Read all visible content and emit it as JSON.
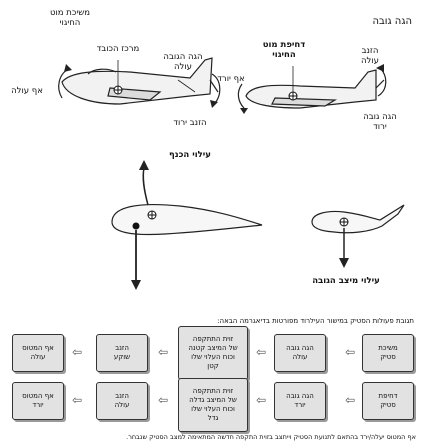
{
  "page": {
    "title": "הגה גובה",
    "flowchart_caption": "תגובת פעולות הסטיק במישור העילרוד מפורטות בדיאגרמה הבאה:",
    "footer_note": "אף המטוס יעלה/ירד בהתאם לתנועת הסטיק וייתצב בזוית התקפה חדשה המתאימה למצב הסטיק שנבחר."
  },
  "left_plane": {
    "stick_pull": "משיכת מוט\nהחיגוי",
    "center_of_gravity": "מרכז הכובד",
    "elevator_up": "הגה הגובה\nעולה",
    "nose_up": "אף עולה",
    "tail_down": "הזנב ירוד"
  },
  "right_plane": {
    "stick_push": "דחיפת מוט\nהחיגוי",
    "tail_up": "הזנב\nעולה",
    "nose_down": "אף יורד",
    "elevator_down": "הגה גובה\nירוד"
  },
  "forces": {
    "wing_lift": "עילוי הכנף",
    "elevator_lift": "עילוי מיצב הגובה"
  },
  "flowchart": {
    "top_row": [
      "משיכת\nסטיק",
      "הגה גובה\nעולה",
      "זוית התתקפה\nשל המיצב קטנה\nוכוח העלוי שלו\nקטן",
      "הזנב\nשוקע",
      "אף המטוס\nעולה"
    ],
    "bottom_row": [
      "דחיפת\nסטיק",
      "הגה גובה\nיורד",
      "זוית התתקפה\nשל המיצב גדלה\nוכוח העלוי שלו\nגדל",
      "הזנב\nעולה",
      "אף המטוס\nיורד"
    ],
    "arrow_glyph": "⇦"
  }
}
